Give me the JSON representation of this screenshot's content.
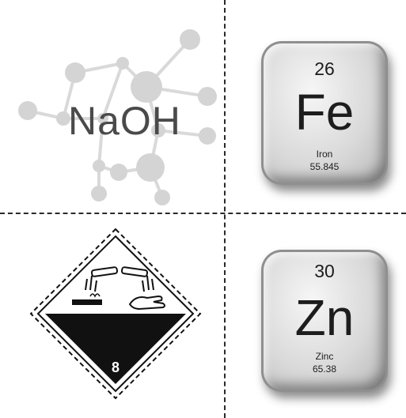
{
  "molecule": {
    "formula": "NaOH",
    "icon": "molecule-icon",
    "node_color": "#d4d4d4"
  },
  "elements": [
    {
      "atomic_number": "26",
      "symbol": "Fe",
      "name": "Iron",
      "atomic_mass": "55.845"
    },
    {
      "atomic_number": "30",
      "symbol": "Zn",
      "name": "Zinc",
      "atomic_mass": "65.38"
    }
  ],
  "hazard_label": {
    "class_number": "8",
    "icon": "corrosive-hazard-icon",
    "top_color": "#ffffff",
    "bottom_color": "#111111"
  },
  "divider_color": "#2a2a2a"
}
